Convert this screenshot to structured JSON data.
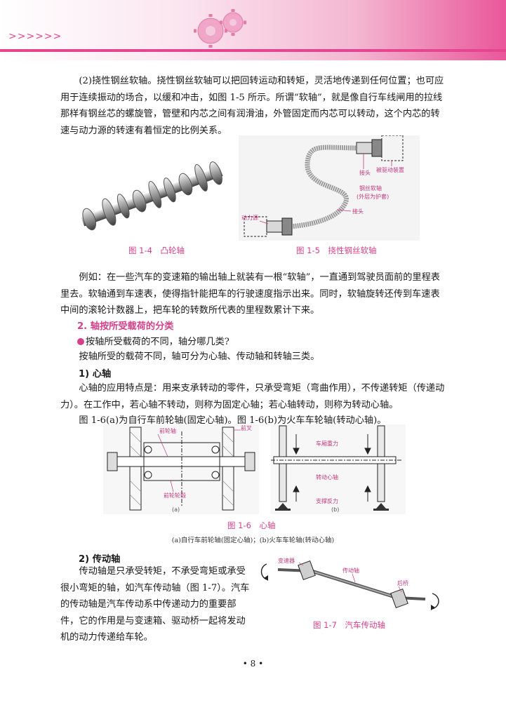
{
  "paragraphs": {
    "p1": "(2)挠性钢丝软轴。挠性钢丝软轴可以把回转运动和转矩，灵活地传递到任何位置；也可应用于连续振动的场合，以缓和冲击，如图 1-5 所示。所谓“软轴”，就是像自行车线闸用的拉线那样有钢丝芯的螺旋管，管壁和内芯之间有润滑油，外管固定而内芯可以转动，这个内芯的转速与动力源的转速有着恒定的比例关系。",
    "p2": "例如：在一些汽车的变速箱的输出轴上就装有一根“软轴”，一直通到驾驶员面前的里程表里去。软轴通到车速表，使得指针能把车的行驶速度指示出来。同时，软轴旋转还传到车速表中间的滚轮计数器上，把车轮的转数所代表的里程数累计下来。",
    "p3": "按轴所受的载荷不同，轴可分为心轴、传动轴和转轴三类。",
    "p4": "心轴的应用特点是：用来支承转动的零件，只承受弯矩（弯曲作用），不传递转矩（传递动力）。在工作中，若心轴不转动，则称为固定心轴；若心轴转动，则称为转动心轴。",
    "p5": "图 1-6(a)为自行车前轮轴(固定心轴)。图 1-6(b)为火车车轮轴(转动心轴)。",
    "p6": "传动轴是只承受转矩，不承受弯矩或承受很小弯矩的轴，如汽车传动轴（图 1-7）。汽车的传动轴是汽车传动系中传递动力的重要部件，它的作用是与变速箱、驱动桥一起将发动机的动力传递给车轮。"
  },
  "headings": {
    "section2": "2. 轴按所受载荷的分类",
    "question": "按轴所受载荷的不同，轴分哪几类?",
    "sub1": "1) 心轴",
    "sub2": "2) 传动轴"
  },
  "captions": {
    "fig14": "图 1-4　凸轮轴",
    "fig15": "图 1-5　挠性钢丝软轴",
    "fig16": "图 1-6　心轴",
    "fig16_sub": "(a)自行车前轮轴(固定心轴)；(b)火车车轮轴(转动心轴)",
    "fig17": "图 1-7　汽车传动轴"
  },
  "fig15_labels": {
    "joint_top": "接头",
    "driven": "被驱动装置",
    "core": "钢丝软轴",
    "core2": "(外层为护套)",
    "joint_bottom": "接头",
    "power": "动力源"
  },
  "fig16_labels": {
    "front_axle": "前轮轴",
    "fork": "前叉",
    "hub": "前轮轮毂",
    "a": "(a)",
    "load": "车厢重力",
    "rot_axle": "转动心轴",
    "support": "支撑反力",
    "b": "(b)"
  },
  "fig17_labels": {
    "gearbox": "变速器",
    "shaft": "传动轴",
    "rear_axle": "后桥"
  },
  "page_number": "• 8 •",
  "colors": {
    "accent": "#d4418a",
    "header": "#e6468f"
  },
  "icons": {
    "header_chevrons": "chevron-right-icon",
    "header_gear": "gear-icon"
  }
}
